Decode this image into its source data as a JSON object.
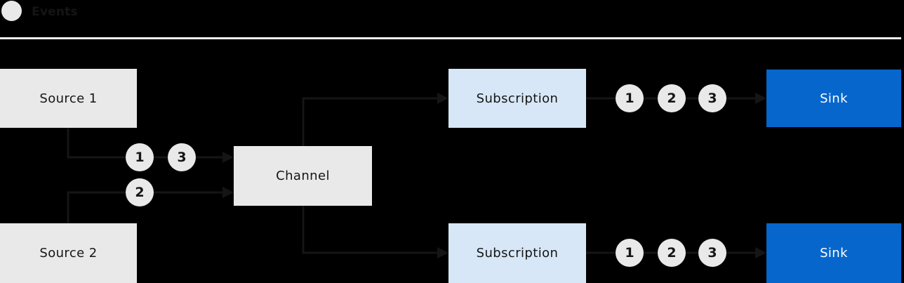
{
  "legend": {
    "label": "Events",
    "swatch_color": "#e9e9e9"
  },
  "colors": {
    "background": "#000000",
    "connector_line": "#151515",
    "box_gray": "#e9e9e9",
    "subscription_blue": "#d7e7f7",
    "sink_blue": "#0666cc",
    "text_dark": "#151515",
    "text_light": "#ffffff",
    "divider": "#ededed"
  },
  "nodes": {
    "source1": {
      "label": "Source 1"
    },
    "source2": {
      "label": "Source 2"
    },
    "channel": {
      "label": "Channel"
    },
    "subscription_top": {
      "label": "Subscription"
    },
    "subscription_bottom": {
      "label": "Subscription"
    },
    "sink_top": {
      "label": "Sink"
    },
    "sink_bottom": {
      "label": "Sink"
    }
  },
  "event_markers": {
    "source1_to_channel": [
      "1",
      "3"
    ],
    "source2_to_channel": [
      "2"
    ],
    "subscription_top_to_sink": [
      "1",
      "2",
      "3"
    ],
    "subscription_bottom_to_sink": [
      "1",
      "2",
      "3"
    ]
  }
}
